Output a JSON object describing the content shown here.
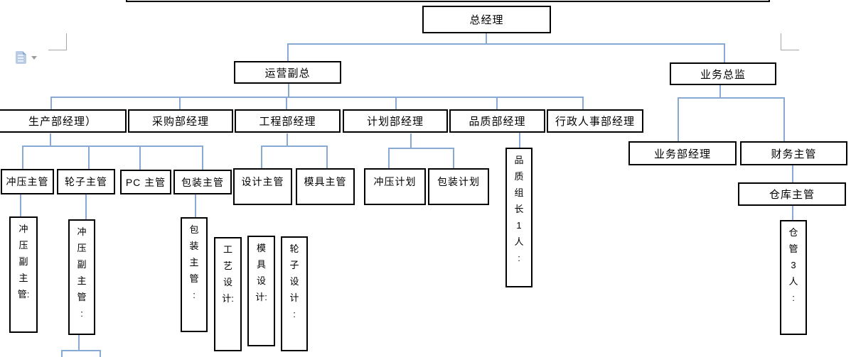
{
  "org": {
    "gm": "总经理",
    "ops_vp": "运营副总",
    "biz_director": "业务总监",
    "production_mgr": "生产部经理）",
    "purchasing_mgr": "采购部经理",
    "engineering_mgr": "工程部经理",
    "planning_mgr": "计划部经理",
    "quality_mgr": "品质部经理",
    "admin_hr_mgr": "行政人事部经理",
    "biz_dept_mgr": "业务部经理",
    "finance_sup": "财务主管",
    "warehouse_sup": "仓库主管",
    "stamping_sup": "冲压主管",
    "wheel_sup": "轮子主管",
    "pc_sup": "PC 主管",
    "packaging_sup": "包装主管",
    "design_sup": "设计主管",
    "mold_sup": "模具主管",
    "stamping_plan": "冲压计划",
    "packaging_plan": "包装计划",
    "stamping_deputy1": "冲压副主管:",
    "stamping_deputy2": "冲压副主管:",
    "packaging_sup_v": "包装主管:",
    "process_design": "工艺设计:",
    "mold_design": "模具设计:",
    "wheel_design": "轮子设计:",
    "quality_leader": "品质组长1人:",
    "warehouse_keeper": "仓管3人:"
  },
  "colors": {
    "connector": "#87a9d4",
    "box_border": "#000000",
    "box_fill": "#ffffff",
    "crop_mark": "#a6a6a6",
    "paste_icon_fill": "#b9cce6",
    "paste_arrow": "#9b9b9b"
  }
}
